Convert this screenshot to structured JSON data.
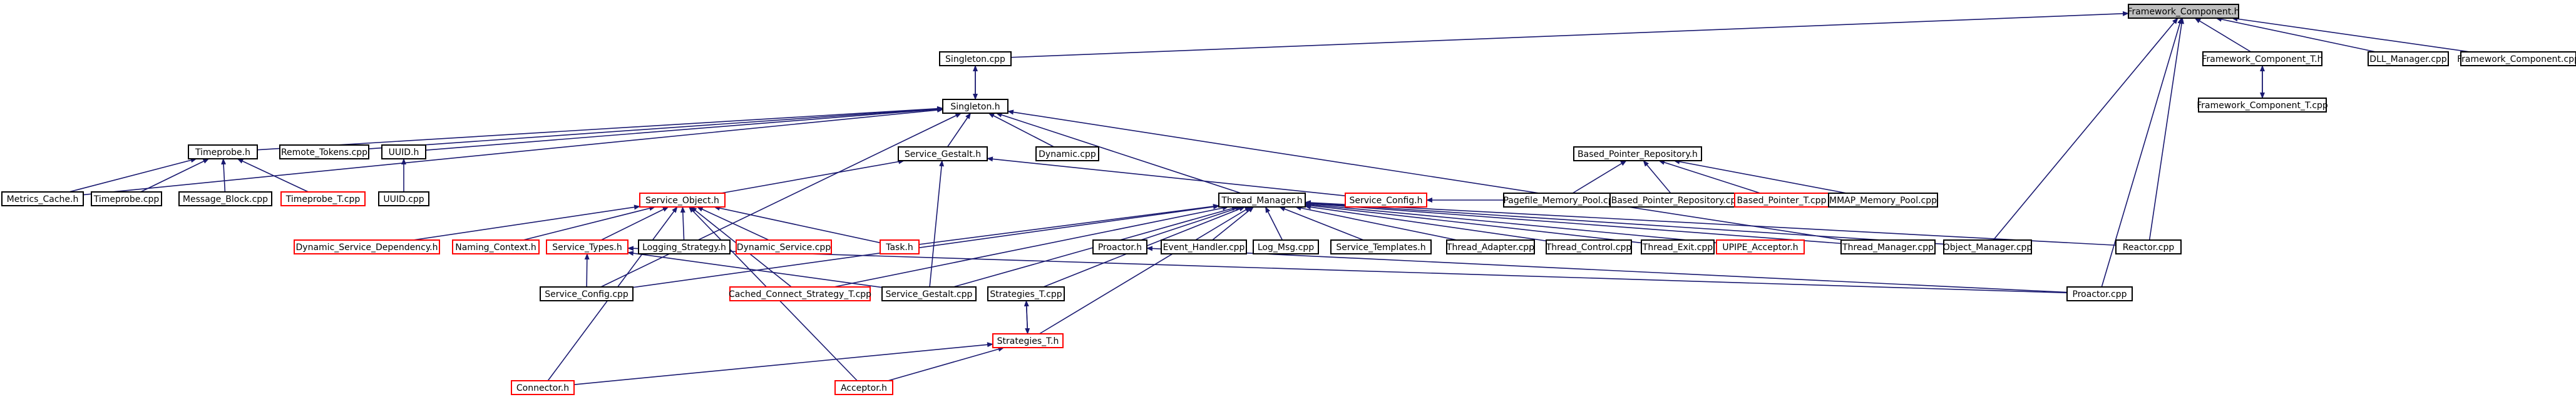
{
  "graph": {
    "colors": {
      "edge": "#191970",
      "border": "#000000",
      "missing_border": "#ff0000",
      "root_fill": "#bfbfbf"
    },
    "nodes": [
      {
        "id": "fc_h",
        "label": "Framework_Component.h",
        "style": "root"
      },
      {
        "id": "singleton_cpp",
        "label": "Singleton.cpp",
        "style": "normal"
      },
      {
        "id": "fct_h",
        "label": "Framework_Component_T.h",
        "style": "normal"
      },
      {
        "id": "dll_mgr",
        "label": "DLL_Manager.cpp",
        "style": "normal"
      },
      {
        "id": "fc_cpp",
        "label": "Framework_Component.cpp",
        "style": "normal"
      },
      {
        "id": "fct_cpp",
        "label": "Framework_Component_T.cpp",
        "style": "normal"
      },
      {
        "id": "singleton_h",
        "label": "Singleton.h",
        "style": "normal"
      },
      {
        "id": "timeprobe_h",
        "label": "Timeprobe.h",
        "style": "normal"
      },
      {
        "id": "remote_tokens",
        "label": "Remote_Tokens.cpp",
        "style": "normal"
      },
      {
        "id": "uuid_h",
        "label": "UUID.h",
        "style": "normal"
      },
      {
        "id": "service_gestalt_h",
        "label": "Service_Gestalt.h",
        "style": "normal"
      },
      {
        "id": "dynamic_cpp",
        "label": "Dynamic.cpp",
        "style": "normal"
      },
      {
        "id": "bpr_h",
        "label": "Based_Pointer_Repository.h",
        "style": "normal"
      },
      {
        "id": "metrics_cache",
        "label": "Metrics_Cache.h",
        "style": "normal"
      },
      {
        "id": "timeprobe_cpp",
        "label": "Timeprobe.cpp",
        "style": "normal"
      },
      {
        "id": "message_block",
        "label": "Message_Block.cpp",
        "style": "normal"
      },
      {
        "id": "timeprobe_t",
        "label": "Timeprobe_T.cpp",
        "style": "missing"
      },
      {
        "id": "uuid_cpp",
        "label": "UUID.cpp",
        "style": "normal"
      },
      {
        "id": "service_object_h",
        "label": "Service_Object.h",
        "style": "missing"
      },
      {
        "id": "thread_manager_h",
        "label": "Thread_Manager.h",
        "style": "normal"
      },
      {
        "id": "service_config_h",
        "label": "Service_Config.h",
        "style": "missing"
      },
      {
        "id": "pagefile",
        "label": "Pagefile_Memory_Pool.cpp",
        "style": "normal"
      },
      {
        "id": "bpr_cpp",
        "label": "Based_Pointer_Repository.cpp",
        "style": "normal"
      },
      {
        "id": "bp_t",
        "label": "Based_Pointer_T.cpp",
        "style": "missing"
      },
      {
        "id": "mmap",
        "label": "MMAP_Memory_Pool.cpp",
        "style": "normal"
      },
      {
        "id": "dyn_dep",
        "label": "Dynamic_Service_Dependency.h",
        "style": "missing"
      },
      {
        "id": "naming_ctx",
        "label": "Naming_Context.h",
        "style": "missing"
      },
      {
        "id": "service_types_h",
        "label": "Service_Types.h",
        "style": "missing"
      },
      {
        "id": "logging_strategy",
        "label": "Logging_Strategy.h",
        "style": "normal"
      },
      {
        "id": "dynamic_service_h",
        "label": "Dynamic_Service.cpp",
        "style": "missing"
      },
      {
        "id": "task_h",
        "label": "Task.h",
        "style": "missing"
      },
      {
        "id": "proactor_h",
        "label": "Proactor.h",
        "style": "normal"
      },
      {
        "id": "event_handler",
        "label": "Event_Handler.cpp",
        "style": "normal"
      },
      {
        "id": "log_msg",
        "label": "Log_Msg.cpp",
        "style": "normal"
      },
      {
        "id": "service_templates",
        "label": "Service_Templates.h",
        "style": "normal"
      },
      {
        "id": "thread_adapter",
        "label": "Thread_Adapter.cpp",
        "style": "normal"
      },
      {
        "id": "thread_control",
        "label": "Thread_Control.cpp",
        "style": "normal"
      },
      {
        "id": "thread_exit",
        "label": "Thread_Exit.cpp",
        "style": "normal"
      },
      {
        "id": "upipe_acceptor",
        "label": "UPIPE_Acceptor.h",
        "style": "missing"
      },
      {
        "id": "thread_manager_cpp",
        "label": "Thread_Manager.cpp",
        "style": "normal"
      },
      {
        "id": "object_manager",
        "label": "Object_Manager.cpp",
        "style": "normal"
      },
      {
        "id": "reactor_cpp",
        "label": "Reactor.cpp",
        "style": "normal"
      },
      {
        "id": "service_config_cpp",
        "label": "Service_Config.cpp",
        "style": "normal"
      },
      {
        "id": "cached_connect",
        "label": "Cached_Connect_Strategy_T.cpp",
        "style": "missing"
      },
      {
        "id": "service_gestalt_cpp",
        "label": "Service_Gestalt.cpp",
        "style": "normal"
      },
      {
        "id": "strategies_t_cpp",
        "label": "Strategies_T.cpp",
        "style": "normal"
      },
      {
        "id": "proactor_cpp",
        "label": "Proactor.cpp",
        "style": "normal"
      },
      {
        "id": "strategies_t_h",
        "label": "Strategies_T.h",
        "style": "missing"
      },
      {
        "id": "connector_h",
        "label": "Connector.h",
        "style": "missing"
      },
      {
        "id": "acceptor_h",
        "label": "Acceptor.h",
        "style": "missing"
      }
    ],
    "edges": [
      [
        "fc_h",
        "singleton_cpp"
      ],
      [
        "fc_h",
        "fct_h"
      ],
      [
        "fc_h",
        "dll_mgr"
      ],
      [
        "fc_h",
        "fc_cpp"
      ],
      [
        "fc_h",
        "object_manager"
      ],
      [
        "fc_h",
        "reactor_cpp"
      ],
      [
        "fc_h",
        "proactor_cpp"
      ],
      [
        "fct_h",
        "fct_cpp"
      ],
      [
        "fct_cpp",
        "fct_h"
      ],
      [
        "singleton_cpp",
        "singleton_h"
      ],
      [
        "singleton_h",
        "singleton_cpp"
      ],
      [
        "singleton_h",
        "timeprobe_h"
      ],
      [
        "singleton_h",
        "remote_tokens"
      ],
      [
        "singleton_h",
        "uuid_h"
      ],
      [
        "singleton_h",
        "service_gestalt_h"
      ],
      [
        "singleton_h",
        "dynamic_cpp"
      ],
      [
        "singleton_h",
        "thread_manager_h"
      ],
      [
        "singleton_h",
        "thread_manager_cpp"
      ],
      [
        "singleton_h",
        "service_config_cpp"
      ],
      [
        "singleton_h",
        "metrics_cache"
      ],
      [
        "timeprobe_h",
        "metrics_cache"
      ],
      [
        "timeprobe_h",
        "timeprobe_cpp"
      ],
      [
        "timeprobe_h",
        "message_block"
      ],
      [
        "timeprobe_h",
        "timeprobe_t"
      ],
      [
        "uuid_h",
        "uuid_cpp"
      ],
      [
        "service_gestalt_h",
        "service_object_h"
      ],
      [
        "service_gestalt_h",
        "service_config_h"
      ],
      [
        "service_gestalt_h",
        "service_gestalt_cpp"
      ],
      [
        "bpr_h",
        "pagefile"
      ],
      [
        "bpr_h",
        "bpr_cpp"
      ],
      [
        "bpr_h",
        "bp_t"
      ],
      [
        "bpr_h",
        "mmap"
      ],
      [
        "service_object_h",
        "dyn_dep"
      ],
      [
        "service_object_h",
        "naming_ctx"
      ],
      [
        "service_object_h",
        "service_types_h"
      ],
      [
        "service_object_h",
        "logging_strategy"
      ],
      [
        "service_object_h",
        "dynamic_service_h"
      ],
      [
        "service_object_h",
        "task_h"
      ],
      [
        "service_object_h",
        "cached_connect"
      ],
      [
        "service_object_h",
        "acceptor_h"
      ],
      [
        "service_object_h",
        "connector_h"
      ],
      [
        "service_types_h",
        "service_config_cpp"
      ],
      [
        "service_types_h",
        "service_gestalt_cpp"
      ],
      [
        "service_types_h",
        "proactor_cpp"
      ],
      [
        "thread_manager_h",
        "task_h"
      ],
      [
        "thread_manager_h",
        "proactor_h"
      ],
      [
        "thread_manager_h",
        "event_handler"
      ],
      [
        "thread_manager_h",
        "log_msg"
      ],
      [
        "thread_manager_h",
        "service_templates"
      ],
      [
        "thread_manager_h",
        "thread_adapter"
      ],
      [
        "thread_manager_h",
        "thread_control"
      ],
      [
        "thread_manager_h",
        "thread_exit"
      ],
      [
        "thread_manager_h",
        "upipe_acceptor"
      ],
      [
        "thread_manager_h",
        "thread_manager_cpp"
      ],
      [
        "thread_manager_h",
        "object_manager"
      ],
      [
        "thread_manager_h",
        "reactor_cpp"
      ],
      [
        "thread_manager_h",
        "service_config_cpp"
      ],
      [
        "thread_manager_h",
        "cached_connect"
      ],
      [
        "thread_manager_h",
        "service_gestalt_cpp"
      ],
      [
        "thread_manager_h",
        "strategies_t_cpp"
      ],
      [
        "thread_manager_h",
        "strategies_t_h"
      ],
      [
        "service_config_h",
        "pagefile"
      ],
      [
        "proactor_h",
        "proactor_cpp"
      ],
      [
        "strategies_t_cpp",
        "strategies_t_h"
      ],
      [
        "strategies_t_h",
        "strategies_t_cpp"
      ],
      [
        "strategies_t_h",
        "connector_h"
      ],
      [
        "strategies_t_h",
        "acceptor_h"
      ]
    ]
  }
}
